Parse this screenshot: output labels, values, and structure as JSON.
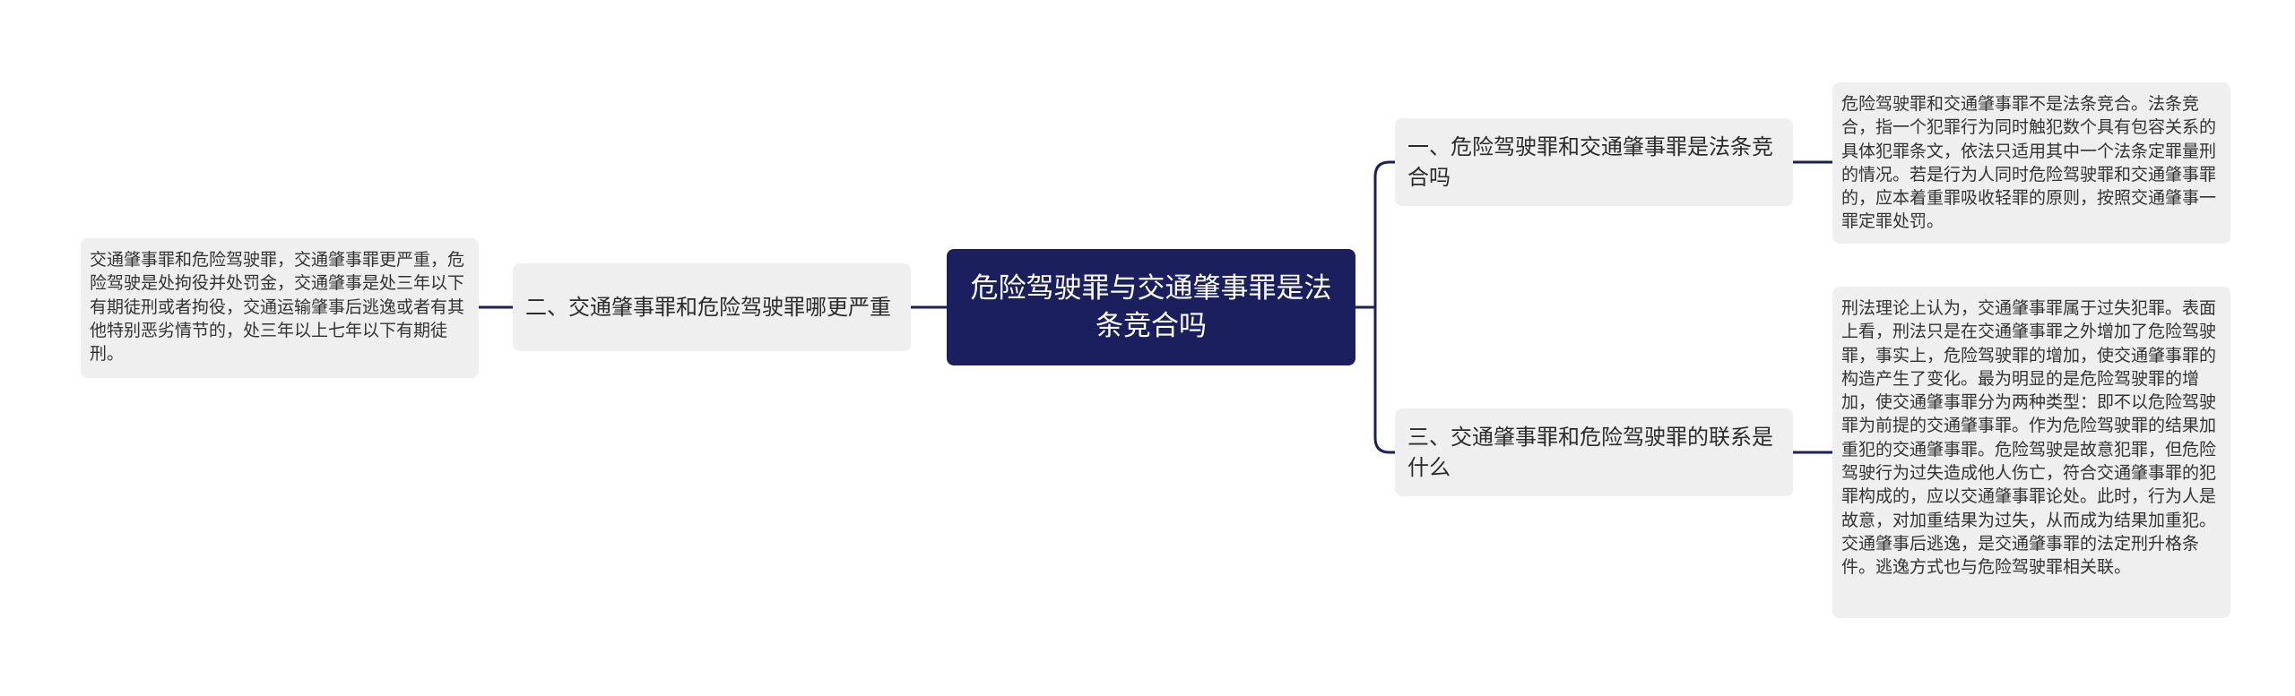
{
  "mindmap": {
    "central": {
      "title": "危险驾驶罪与交通肇事罪是法条竞合吗"
    },
    "branches": [
      {
        "label": "一、危险驾驶罪和交通肇事罪是法条竞合吗",
        "detail": "危险驾驶罪和交通肇事罪不是法条竞合。法条竞合，指一个犯罪行为同时触犯数个具有包容关系的具体犯罪条文，依法只适用其中一个法条定罪量刑的情况。若是行为人同时危险驾驶罪和交通肇事罪的，应本着重罪吸收轻罪的原则，按照交通肇事一罪定罪处罚。"
      },
      {
        "label": "二、交通肇事罪和危险驾驶罪哪更严重",
        "detail": "交通肇事罪和危险驾驶罪，交通肇事罪更严重，危险驾驶是处拘役并处罚金，交通肇事是处三年以下有期徒刑或者拘役，交通运输肇事后逃逸或者有其他特别恶劣情节的，处三年以上七年以下有期徒刑。"
      },
      {
        "label": "三、交通肇事罪和危险驾驶罪的联系是什么",
        "detail": "刑法理论上认为，交通肇事罪属于过失犯罪。表面上看，刑法只是在交通肇事罪之外增加了危险驾驶罪，事实上，危险驾驶罪的增加，使交通肇事罪的构造产生了变化。最为明显的是危险驾驶罪的增加，使交通肇事罪分为两种类型：即不以危险驾驶罪为前提的交通肇事罪。作为危险驾驶罪的结果加重犯的交通肇事罪。危险驾驶是故意犯罪，但危险驾驶行为过失造成他人伤亡，符合交通肇事罪的犯罪构成的，应以交通肇事罪论处。此时，行为人是故意，对加重结果为过失，从而成为结果加重犯。交通肇事后逃逸，是交通肇事罪的法定刑升格条件。逃逸方式也与危险驾驶罪相关联。"
      }
    ],
    "colors": {
      "central_fill": "#1b1f5e",
      "node_fill": "#efefef",
      "connector": "#1b1f5e"
    }
  }
}
